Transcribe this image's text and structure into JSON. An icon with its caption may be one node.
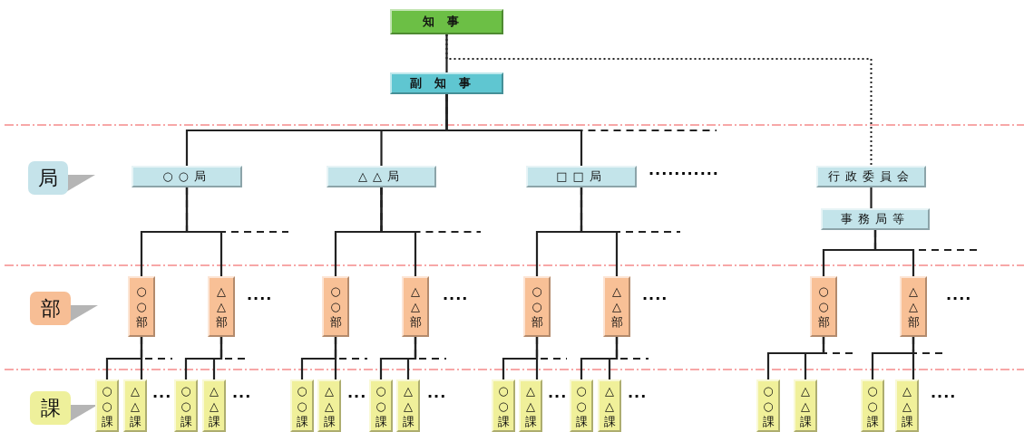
{
  "diagram": {
    "nodes": [
      {
        "text": [
          "知事"
        ]
      },
      {
        "text": [
          "副知事"
        ]
      },
      {
        "text": [
          "局"
        ]
      },
      {
        "text": [
          "○○局"
        ]
      },
      {
        "text": [
          "△△局"
        ]
      },
      {
        "text": [
          "□□局"
        ]
      },
      {
        "text": [
          "行政委員会"
        ]
      },
      {
        "text": [
          "事務局等"
        ]
      },
      {
        "text": [
          "部"
        ]
      },
      {
        "text": [
          "○○部"
        ]
      },
      {
        "text": [
          "△△部"
        ]
      },
      {
        "text": [
          "○○部"
        ]
      },
      {
        "text": [
          "△△部"
        ]
      },
      {
        "text": [
          "○○部"
        ]
      },
      {
        "text": [
          "△△部"
        ]
      },
      {
        "text": [
          "○○部"
        ]
      },
      {
        "text": [
          "△△部"
        ]
      },
      {
        "text": [
          "課"
        ]
      },
      {
        "text": [
          "○○課"
        ]
      },
      {
        "text": [
          "△△課"
        ]
      },
      {
        "text": [
          "○○課"
        ]
      },
      {
        "text": [
          "△△課"
        ]
      },
      {
        "text": [
          "○○課"
        ]
      },
      {
        "text": [
          "△△課"
        ]
      },
      {
        "text": [
          "○○課"
        ]
      },
      {
        "text": [
          "△△課"
        ]
      },
      {
        "text": [
          "○○課"
        ]
      },
      {
        "text": [
          "△△課"
        ]
      },
      {
        "text": [
          "○○課"
        ]
      },
      {
        "text": [
          "△△課"
        ]
      },
      {
        "text": [
          "○○課"
        ]
      },
      {
        "text": [
          "△△課"
        ]
      },
      {
        "text": [
          "○○課"
        ]
      },
      {
        "text": [
          "△△課"
        ]
      }
    ],
    "edges": [
      {
        "from": 0,
        "to": 1,
        "arrow": "none"
      },
      {
        "from": 0,
        "to": 6,
        "arrow": "none",
        "style": "dashed"
      },
      {
        "from": 1,
        "to": 3,
        "arrow": "none"
      },
      {
        "from": 1,
        "to": 4,
        "arrow": "none"
      },
      {
        "from": 1,
        "to": 5,
        "arrow": "none"
      },
      {
        "from": 1,
        "to": null,
        "arrow": "none",
        "style": "dashed"
      },
      {
        "from": 6,
        "to": 7,
        "arrow": "none"
      },
      {
        "from": 3,
        "to": 9,
        "arrow": "none"
      },
      {
        "from": 3,
        "to": 10,
        "arrow": "none"
      },
      {
        "from": 3,
        "to": null,
        "arrow": "none",
        "style": "dashed"
      },
      {
        "from": 4,
        "to": 11,
        "arrow": "none"
      },
      {
        "from": 4,
        "to": 12,
        "arrow": "none"
      },
      {
        "from": 4,
        "to": null,
        "arrow": "none",
        "style": "dashed"
      },
      {
        "from": 5,
        "to": 13,
        "arrow": "none"
      },
      {
        "from": 5,
        "to": 14,
        "arrow": "none"
      },
      {
        "from": 5,
        "to": null,
        "arrow": "none",
        "style": "dashed"
      },
      {
        "from": 7,
        "to": 15,
        "arrow": "none"
      },
      {
        "from": 7,
        "to": 16,
        "arrow": "none"
      },
      {
        "from": 7,
        "to": null,
        "arrow": "none",
        "style": "dashed"
      },
      {
        "from": 9,
        "to": 18,
        "arrow": "none"
      },
      {
        "from": 9,
        "to": 19,
        "arrow": "none"
      },
      {
        "from": 9,
        "to": null,
        "arrow": "none",
        "style": "dashed"
      },
      {
        "from": 10,
        "to": 20,
        "arrow": "none"
      },
      {
        "from": 10,
        "to": 21,
        "arrow": "none"
      },
      {
        "from": 10,
        "to": null,
        "arrow": "none",
        "style": "dashed"
      },
      {
        "from": 11,
        "to": 22,
        "arrow": "none"
      },
      {
        "from": 11,
        "to": 23,
        "arrow": "none"
      },
      {
        "from": 11,
        "to": null,
        "arrow": "none",
        "style": "dashed"
      },
      {
        "from": 12,
        "to": 24,
        "arrow": "none"
      },
      {
        "from": 12,
        "to": 25,
        "arrow": "none"
      },
      {
        "from": 12,
        "to": null,
        "arrow": "none",
        "style": "dashed"
      },
      {
        "from": 13,
        "to": 26,
        "arrow": "none"
      },
      {
        "from": 13,
        "to": 27,
        "arrow": "none"
      },
      {
        "from": 13,
        "to": null,
        "arrow": "none",
        "style": "dashed"
      },
      {
        "from": 14,
        "to": 28,
        "arrow": "none"
      },
      {
        "from": 14,
        "to": 29,
        "arrow": "none"
      },
      {
        "from": 14,
        "to": null,
        "arrow": "none",
        "style": "dashed"
      },
      {
        "from": 15,
        "to": 30,
        "arrow": "none"
      },
      {
        "from": 15,
        "to": 31,
        "arrow": "none"
      },
      {
        "from": 15,
        "to": null,
        "arrow": "none",
        "style": "dashed"
      },
      {
        "from": 16,
        "to": 32,
        "arrow": "none"
      },
      {
        "from": 16,
        "to": 33,
        "arrow": "none"
      },
      {
        "from": 16,
        "to": null,
        "arrow": "none",
        "style": "dashed"
      }
    ],
    "labels": [
      "···········",
      "····",
      "····",
      "····",
      "····",
      "···",
      "···",
      "···",
      "···",
      "···",
      "···",
      "····"
    ]
  }
}
